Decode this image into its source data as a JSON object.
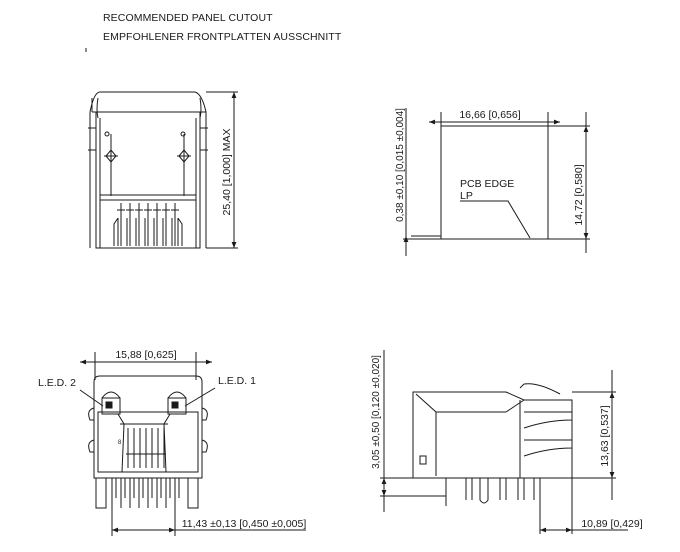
{
  "header": {
    "title_en": "RECOMMENDED PANEL CUTOUT",
    "title_de": "EMPFOHLENER FRONTPLATTEN AUSSCHNITT"
  },
  "front_view": {
    "height_dim": "25,40 [1,000]  MAX"
  },
  "panel_cutout": {
    "width_dim": "16,66 [0,656]",
    "gap_dim": "0,38 ±0,10 [0,015 ±0,004]",
    "height_dim": "14,72 [0,580]",
    "pcb_label": "PCB EDGE",
    "lp_label": "LP"
  },
  "bottom_front": {
    "width_dim": "15,88 [0,625]",
    "led_left": "L.E.D. 2",
    "led_right": "L.E.D. 1",
    "pin_dim": "11,43 ±0,13 [0,450 ±0,005]"
  },
  "side_view": {
    "height_dim_left": "3,05 ±0,50 [0,120 ±0,020]",
    "height_dim_right": "13,63 [0,537]",
    "depth_dim": "10,89 [0,429]"
  },
  "colors": {
    "line": "#1a1a1a",
    "background": "#ffffff"
  }
}
